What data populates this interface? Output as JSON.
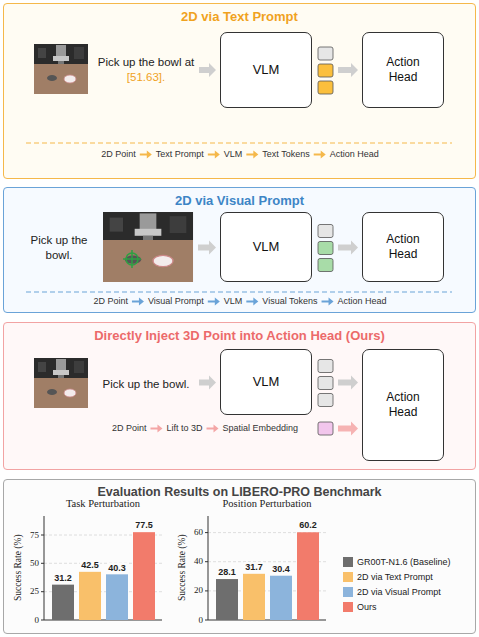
{
  "diagram": {
    "nodes": [
      {
        "text": [
          "2D via Text Prompt"
        ]
      },
      {
        "text": [
          "VLM"
        ],
        "in": 0
      },
      {
        "text": [
          "Action Head"
        ],
        "in": 0
      },
      {
        "text": [
          "2D via Visual Prompt"
        ]
      },
      {
        "text": [
          "VLM"
        ],
        "in": 3
      },
      {
        "text": [
          "Action Head"
        ],
        "in": 3
      },
      {
        "text": [
          "Directly Inject 3D Point into Action Head (Ours)"
        ]
      },
      {
        "text": [
          "VLM"
        ],
        "in": 6
      },
      {
        "text": [
          "Action Head"
        ],
        "in": 6
      },
      {
        "text": [
          "Evaluation Results on LIBERO-PRO Benchmark"
        ]
      }
    ],
    "labels": [
      "Pick up the bowl at",
      "[51.63].",
      "2D Point",
      "Text Prompt",
      "VLM",
      "Text Tokens",
      "Action Head",
      "Pick up the bowl.",
      "2D Point",
      "Visual Prompt",
      "VLM",
      "Visual Tokens",
      "Action Head",
      "Pick up the bowl.",
      "2D Point",
      "Lift to 3D",
      "Spatial Embedding",
      "Task Perturbation",
      "Success Rate (%)",
      "0",
      "25",
      "50",
      "75",
      "31.2",
      "42.5",
      "40.3",
      "77.5",
      "Position Perturbation",
      "Success Rate (%)",
      "0",
      "20",
      "40",
      "60",
      "28.1",
      "31.7",
      "30.4",
      "60.2"
    ],
    "legend": [
      {
        "text": "GR00T-N1.6 (Baseline)",
        "color": "#6e6e6e"
      },
      {
        "text": "2D via Text Prompt",
        "color": "#f9c06a"
      },
      {
        "text": "2D via Visual Prompt",
        "color": "#8cb4dc"
      },
      {
        "text": "Ours",
        "color": "#f27b6b"
      }
    ]
  }
}
